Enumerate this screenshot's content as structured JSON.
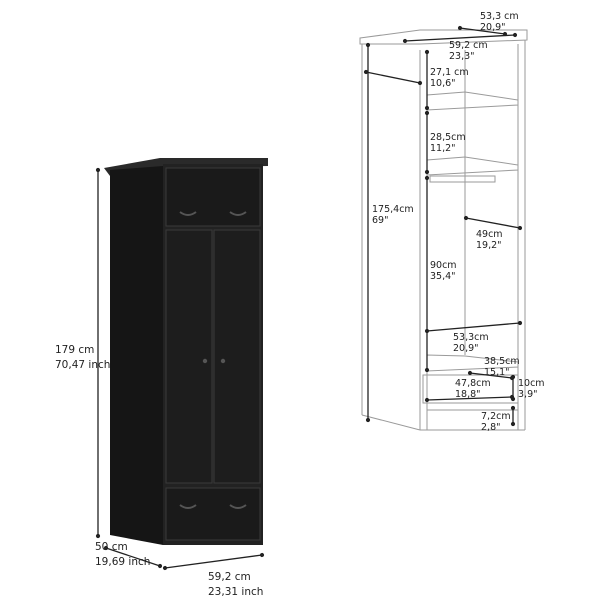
{
  "left": {
    "height": [
      "179 cm",
      "70,47 inch"
    ],
    "depth": [
      "50 cm",
      "19,69 inch"
    ],
    "width": [
      "59,2 cm",
      "23,31 inch"
    ]
  },
  "right": {
    "top_depth": [
      "53,3 cm",
      "20,9\""
    ],
    "top_width": [
      "59,2 cm",
      "23,3\""
    ],
    "shelf1": [
      "27,1 cm",
      "10,6\""
    ],
    "shelf2": [
      "28,5cm",
      "11,2\""
    ],
    "inner_height": [
      "175,4cm",
      "69\""
    ],
    "inner_depth": [
      "49cm",
      "19,2\""
    ],
    "hanging": [
      "90cm",
      "35,4\""
    ],
    "inner_width": [
      "53,3cm",
      "20,9\""
    ],
    "drawer_depth": [
      "38,5cm",
      "15,1\""
    ],
    "drawer_width": [
      "47,8cm",
      "18,8\""
    ],
    "drawer_height": [
      "10cm",
      "3,9\""
    ],
    "base": [
      "7,2cm",
      "2,8\""
    ]
  },
  "colors": {
    "wardrobe": "#1c1c1c",
    "line": "#222222",
    "outline": "#9a9a9a"
  }
}
